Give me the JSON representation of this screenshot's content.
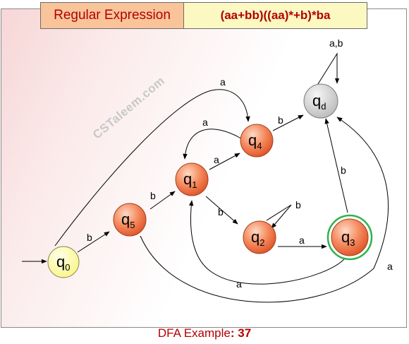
{
  "header": {
    "label": "Regular Expression",
    "regex": "(aa+bb)((aa)*+b)*ba"
  },
  "watermark": "CSTaleem.com",
  "caption": {
    "prefix": "DFA Example",
    "number": "37"
  },
  "states": {
    "q0": {
      "name": "q",
      "sub": "0"
    },
    "q1": {
      "name": "q",
      "sub": "1"
    },
    "q2": {
      "name": "q",
      "sub": "2"
    },
    "q3": {
      "name": "q",
      "sub": "3"
    },
    "q4": {
      "name": "q",
      "sub": "4"
    },
    "q5": {
      "name": "q",
      "sub": "5"
    },
    "qd": {
      "name": "q",
      "sub": "d"
    }
  },
  "transitions": {
    "q0_q5": "b",
    "q0_q4": "a",
    "q5_q1": "b",
    "q5_qd": "a",
    "q1_q4": "a",
    "q4_q1": "a",
    "q1_q2": "b",
    "q2_q2": "b",
    "q2_q3": "a",
    "q3_q1": "a",
    "q3_qd": "b",
    "q4_qd": "b",
    "qd_qd": "a,b"
  },
  "colors": {
    "accent_red": "#b30000",
    "state_fill": "#f07a50",
    "start_fill": "#ffff99",
    "final_ring": "#2db34a",
    "dead_fill": "#d4d4d4"
  }
}
